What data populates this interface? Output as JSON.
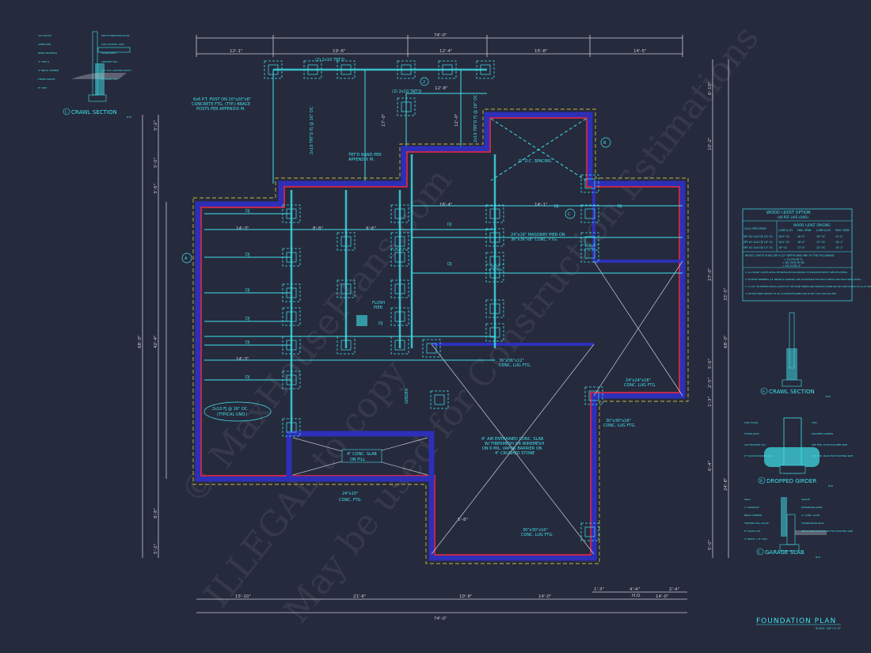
{
  "sheet": {
    "title": "FOUNDATION PLAN",
    "scale": "SCALE: 1/8\"=1'-0\"",
    "colors": {
      "background": "#262a3d",
      "linework": "#3fe3ea",
      "walls": "#2e2fb8",
      "wall_accent": "#c0294a",
      "footing": "#c8b63a",
      "dimensions": "#c9ccd6"
    },
    "watermarks": [
      "© MaxHousePlans.com",
      "ILLEGAL to copy",
      "May be used for Construction Estimations"
    ]
  },
  "dimensions": {
    "top_overall": "74'-0\"",
    "top_segments": [
      "12'-1\"",
      "19'-6\"",
      "12'-4\"",
      "15'-8\"",
      "14'-5\""
    ],
    "bottom_overall": "74'-0\"",
    "bottom_segments": [
      "15'-10\"",
      "21'-6\"",
      "10'-8\"",
      "14'-0\"",
      "14'-0\""
    ],
    "bottom_small": [
      "1'-3\"",
      "4'-4\"",
      "2'-4\""
    ],
    "bottom_small_note": "H.O.",
    "left_overall": "68'-0\"",
    "left_inner": "42'-4\"",
    "left_segments": [
      "5'-2\"",
      "5'-0\"",
      "3'-6\"",
      "8'-8\"",
      "5'-2\""
    ],
    "right_overall": "68'-0\"",
    "right_segments": [
      "6'-10\"",
      "10'-2\"",
      "27'-0\"",
      "5'-0\"",
      "2'-5\"",
      "1'-3\"",
      "6'-4\"",
      "24'-8\"",
      "5'-0\""
    ],
    "right_inner": "33'-5\"",
    "inner": [
      "12'-8\"",
      "14'-3\"",
      "14'-3\"",
      "8'-8\"",
      "9'-6\"",
      "16'-4\"",
      "14'-1\"",
      "5'-8\"",
      "17'-0\"",
      "12'-0\""
    ]
  },
  "notes": {
    "post_note": [
      "6x6 P.T. POST ON 20\"x20\"x8\"",
      "CONCRETE FTG. (TYP.) BRACE",
      "POSTS PER APPENDIX M."
    ],
    "trtd_top": "(2) 2x10 TRT'D",
    "trtd_mid": "(2) 2x10 TRT'D",
    "band": [
      "TRT'D BAND PER",
      "APPENDIX M."
    ],
    "joist": "2x10 TRT'D FJ @ 16\" OC.",
    "joist_vertical": "2x10 TRT'D FJ @ 16\" OC",
    "dj": "DJ",
    "spacing": "D\" O.C. SPACING",
    "masonry_pier": [
      "24\"x16\" MASONRY PIER ON",
      "36\"x36\"x8\" CONC. FTG."
    ],
    "flush_pier": [
      "FLUSH",
      "PIER"
    ],
    "typical": [
      "2x10 FJ @ 16\" OC.",
      "(TYPICAL UNO.)"
    ],
    "lug1": [
      "36\"x36\"x12\"",
      "CONC. LUG FTG."
    ],
    "lug2": [
      "24\"x24\"x18\"",
      "CONC. LUG FTG."
    ],
    "lug3": [
      "30\"x30\"x18\"",
      "CONC. LUG FTG."
    ],
    "lug4": [
      "30\"x30\"x10\"",
      "CONC. LUG FTG."
    ],
    "slab": [
      "4\" AIR ENTRAINED CONC. SLAB",
      "W/ FIBERMESH OR WIREMESH",
      "ON 6 MIL. VAPOR BARRIER ON",
      "4\" CRUSHED STONE"
    ],
    "porch_slab": [
      "4\" CONC. SLAB",
      "ON FILL"
    ],
    "porch_ftg": [
      "24\"x10\"",
      "CONC. FTG."
    ],
    "section_tags": [
      "A",
      "B",
      "C",
      "2"
    ],
    "girder": "GIRDER"
  },
  "ijoist_table": {
    "title": "WOOD I-JOIST OPTION",
    "subtitle": "(40 PSF LIVE LOAD)",
    "spacing_header": "WOOD I-JOIST SPACING",
    "first_col": "2x10 SPECIFIED",
    "columns": [
      "L/480 (LLE)",
      "MAX. SPAN",
      "L/480 (LLE)",
      "MAX. SPAN"
    ],
    "rows": [
      [
        "SPF #2 2x10 @ 16\" OC",
        "16.0\" OC",
        "16'-0\"",
        "16\" OC",
        "15'-5\""
      ],
      [
        "SPF #1 2x10 @ 16\" OC",
        "16.0\" OC",
        "16'-0\"",
        "12\" OC",
        "16'-1\""
      ],
      [
        "SPF #2 2x10 @ 12\" OC",
        "16\" OC",
        "17'-0\"",
        "12\" OC",
        "15'-1\""
      ]
    ],
    "criteria": [
      "WOOD I-JOISTS SHALL BE 9-1/2\" DEPTH AND ONE OF THE FOLLOWING:",
      "= TJI 230 BY TJ",
      "= BCI 5000 BY BC",
      "= LPI-20 BY LP"
    ],
    "notes": [
      "1. ALL WOOD I-JOISTS SHALL BE INSTALLED ACCORDING TO MANUFACTURER'S SPECIFICATIONS.",
      "2. SUPPORT MEMBERS (I.E. BEAMS & GIRDERS) ARE ACCEPTABLE FOR BOTH SIMPLE AND MULTI-SPAN JOISTS.",
      "3. 11-7/8\" OR DEEPER WOOD I-JOISTS OF THE SAME SERIES AND MANUFACTURER MAY BE USED IN LIEU OF 9-1/2\" DEPTH.",
      "4. OPTION TABLE APPLIES TO ALL FLOORS DESIGNED FOR 40 PSF LIVE LOAD OR LESS."
    ]
  },
  "details": {
    "crawl_small": {
      "title": "CRAWL SECTION",
      "tag": "C",
      "scale": "NTS",
      "labels": [
        "2x4 STUDS",
        "SUBFLOOR",
        "BAND MATERIAL",
        "4\" CMU &",
        "4\" BRICK VENEER",
        "FINISH GRADE",
        "8\" CMU",
        "SEE FOUNDATION PLAN",
        "FOR FOOTING SIZE",
        "FLOOR JOIST",
        "TREATED SILL",
        "1/2\" DIA. ANCHOR BOLTS",
        "8\" SOLID CAP"
      ]
    },
    "crawl": {
      "title": "CRAWL SECTION",
      "tag": "A",
      "scale": "NTS"
    },
    "dropped_girder": {
      "title": "DROPPED GIRDER",
      "tag": "B",
      "scale": "NTS",
      "labels": [
        "SUB FLOOR",
        "FLOOR JOIST",
        "2x6 TREATED SILL",
        "8\" SOLID MASONRY CAP",
        "CMU",
        "DROPPED GIRDER",
        "SEE FND. PLAN FOR PIER SIZE",
        "SEE FND. PLAN FOR FOOTING SIZE"
      ]
    },
    "garage_slab": {
      "title": "GARAGE SLAB",
      "tag": "C",
      "scale": "NTS",
      "labels": [
        "WALL",
        "1\" AIRSPACE",
        "BRICK VENEER",
        "TREATED SILL PLATE",
        "8\" SOLID CAP",
        "4\" BRICK + 8\" CMU",
        "GRADE",
        "EXPANSION JOINT",
        "4\" CONC. SLAB",
        "FOUNDATION WALL",
        "SEE FOUNDATION PLAN FOR FOOTING SIZE"
      ]
    }
  }
}
